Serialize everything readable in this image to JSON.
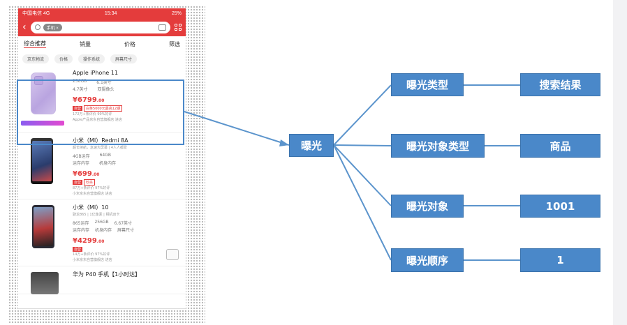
{
  "phone": {
    "statusbar": {
      "carrier": "中国电信 4G",
      "time": "15:34",
      "battery": "25%"
    },
    "search": {
      "chip": "手机 ×"
    },
    "sort_tabs": [
      "综合推荐",
      "销量",
      "价格",
      "筛选"
    ],
    "filters": [
      "京东物流",
      "价格",
      "操作系统",
      "屏幕尺寸"
    ],
    "products": [
      {
        "name": "Apple iPhone 11",
        "specs": [
          "256GB",
          "6.1英寸"
        ],
        "specs_sub": [
          "4.7英寸",
          "双摄像头"
        ],
        "price": "¥6799",
        "price_decimal": ".00",
        "tags": [
          "自营",
          "白条5000元最高12期"
        ],
        "meta1": "172万+条评价  99%好评",
        "meta2": "Apple产品京东自营旗舰店 进店"
      },
      {
        "name": "小米（MI）Redmi 8A",
        "subtitle": "超长续航，急速大屏幕 | 4人人都爱",
        "specs": [
          "4GB运存",
          "64GB"
        ],
        "specs_sub": [
          "运存内存",
          "机身内存"
        ],
        "price": "¥699",
        "price_decimal": ".00",
        "tags": [
          "自营",
          "秒杀"
        ],
        "meta1": "87万+条评价  97%好评",
        "meta2": "小米京东自营旗舰店 进店"
      },
      {
        "name": "小米（MI）10",
        "subtitle": "骁龙865 | 1亿像素 | 相机双卡",
        "specs": [
          "865运存",
          "256GB",
          "6.67英寸"
        ],
        "specs_sub": [
          "运存内存",
          "机身内存",
          "屏幕尺寸"
        ],
        "price": "¥4299",
        "price_decimal": ".00",
        "tags": [
          "自营"
        ],
        "meta1": "14万+条评价  97%好评",
        "meta2": "小米京东自营旗舰店 进店"
      },
      {
        "name": "华为 P40 手机【1小时达】"
      }
    ]
  },
  "diagram": {
    "root": "曝光",
    "rows": [
      {
        "key": "曝光类型",
        "value": "搜索结果"
      },
      {
        "key": "曝光对象类型",
        "value": "商品"
      },
      {
        "key": "曝光对象",
        "value": "1001"
      },
      {
        "key": "曝光顺序",
        "value": "1"
      }
    ]
  },
  "colors": {
    "box": "#4a88c9",
    "line": "#5b94cc",
    "phone_header": "#e43c3c"
  }
}
